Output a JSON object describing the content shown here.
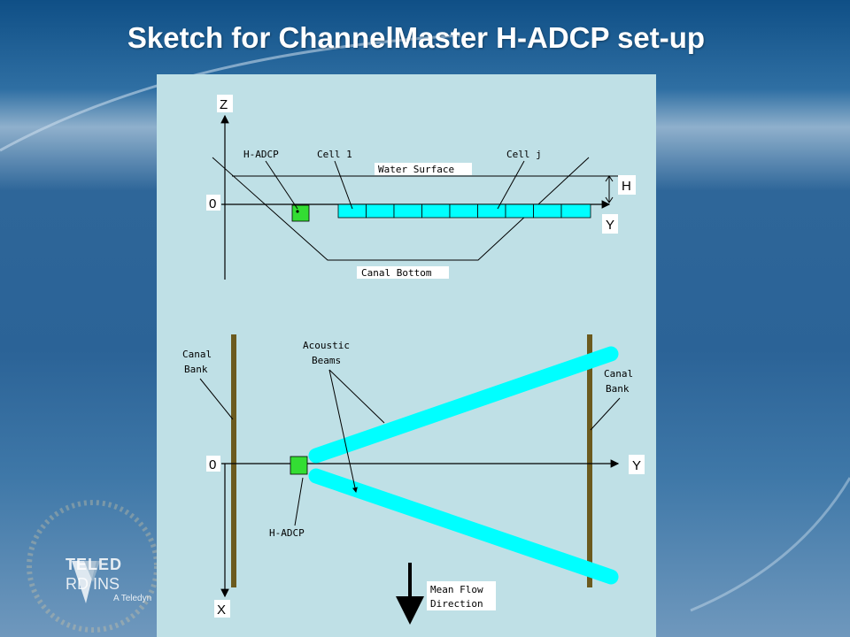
{
  "slide": {
    "title": "Sketch for ChannelMaster H-ADCP set-up"
  },
  "logo": {
    "name": "TELED",
    "sub1": "RD INS",
    "sub2": "A Teledyn"
  },
  "side_view": {
    "axis_z": "Z",
    "origin": "0",
    "axis_h": "H",
    "axis_y": "Y",
    "hadcp_label": "H-ADCP",
    "cell1_label": "Cell 1",
    "cellj_label": "Cell j",
    "water_surface": "Water Surface",
    "canal_bottom": "Canal Bottom",
    "cells_count_note": ""
  },
  "plan_view": {
    "canal_bank_left": [
      "Canal",
      "Bank"
    ],
    "canal_bank_right": [
      "Canal",
      "Bank"
    ],
    "acoustic_beams": [
      "Acoustic",
      "Beams"
    ],
    "origin": "0",
    "axis_y": "Y",
    "axis_x": "X",
    "hadcp_label": "H-ADCP",
    "flow": [
      "Mean Flow",
      "Direction"
    ]
  },
  "colors": {
    "panel": "#bfe0e6",
    "cell": "#00ffff",
    "hadcp": "#33dd33",
    "beam": "#00ffff",
    "bank": "#6b5a1e"
  }
}
